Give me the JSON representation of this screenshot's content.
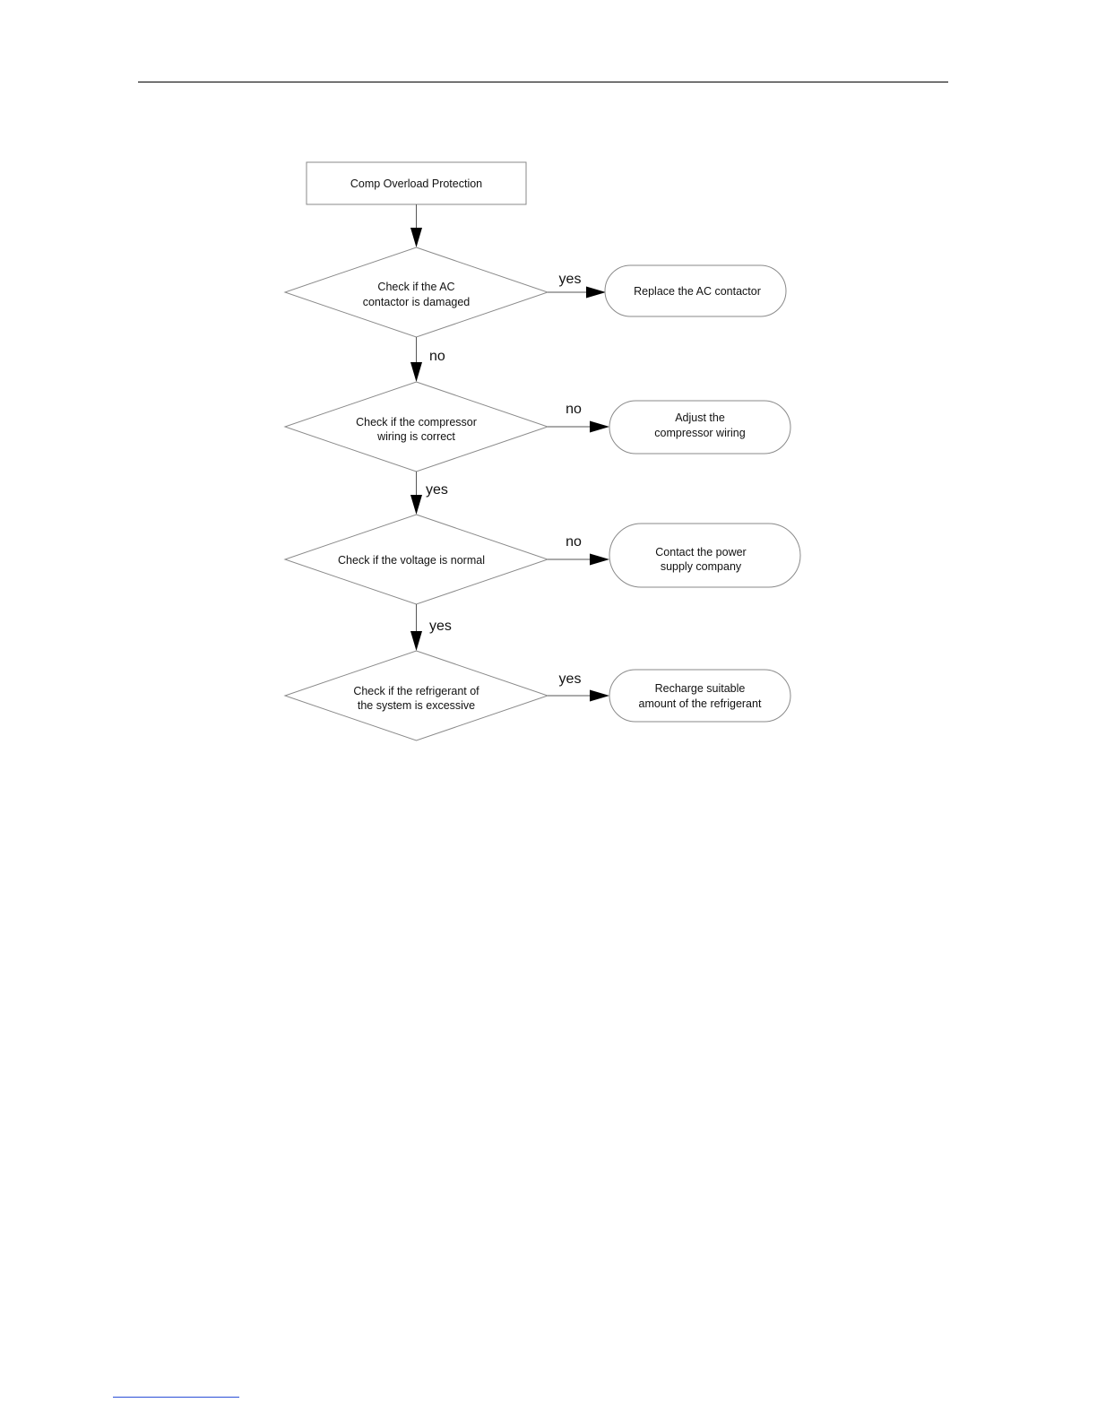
{
  "diagram": {
    "start": {
      "label": "Comp Overload Protection"
    },
    "checks": [
      {
        "lines": [
          "Check if the AC",
          "contactor is damaged"
        ],
        "branch_label": "yes",
        "action_lines": [
          "Replace the AC contactor"
        ],
        "down_label": "no"
      },
      {
        "lines": [
          "Check if the compressor",
          "wiring is correct"
        ],
        "branch_label": "no",
        "action_lines": [
          "Adjust the",
          "compressor wiring"
        ],
        "down_label": "yes"
      },
      {
        "lines": [
          "Check if the voltage is normal"
        ],
        "branch_label": "no",
        "action_lines": [
          "Contact the power",
          "supply company"
        ],
        "down_label": "yes"
      },
      {
        "lines": [
          "Check if the refrigerant of",
          "the system is excessive"
        ],
        "branch_label": "yes",
        "action_lines": [
          "Recharge suitable",
          "amount of the refrigerant"
        ]
      }
    ]
  },
  "colors": {
    "header_rule": "#000000",
    "footer_link": "#2a4fd6",
    "shape_stroke": "#8a8a8a"
  }
}
